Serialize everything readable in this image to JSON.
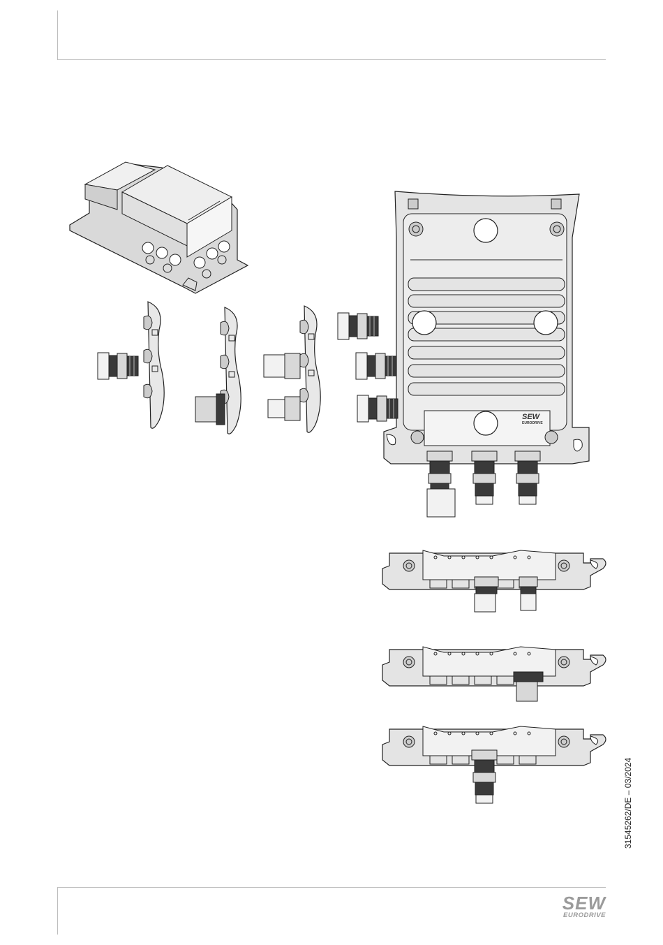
{
  "document": {
    "id": "31545262/DE – 03/2024"
  },
  "brand": {
    "logo_line1": "SEW",
    "logo_line2": "EURODRIVE",
    "logo_color": "#9a9a9a"
  },
  "illustration": {
    "device_label_line1": "SEW",
    "device_label_line2": "EURODRIVE",
    "outline_color": "#222222",
    "body_fill": "#e4e4e4",
    "light_fill": "#f2f2f2",
    "dark_fill": "#3a3a3a"
  }
}
